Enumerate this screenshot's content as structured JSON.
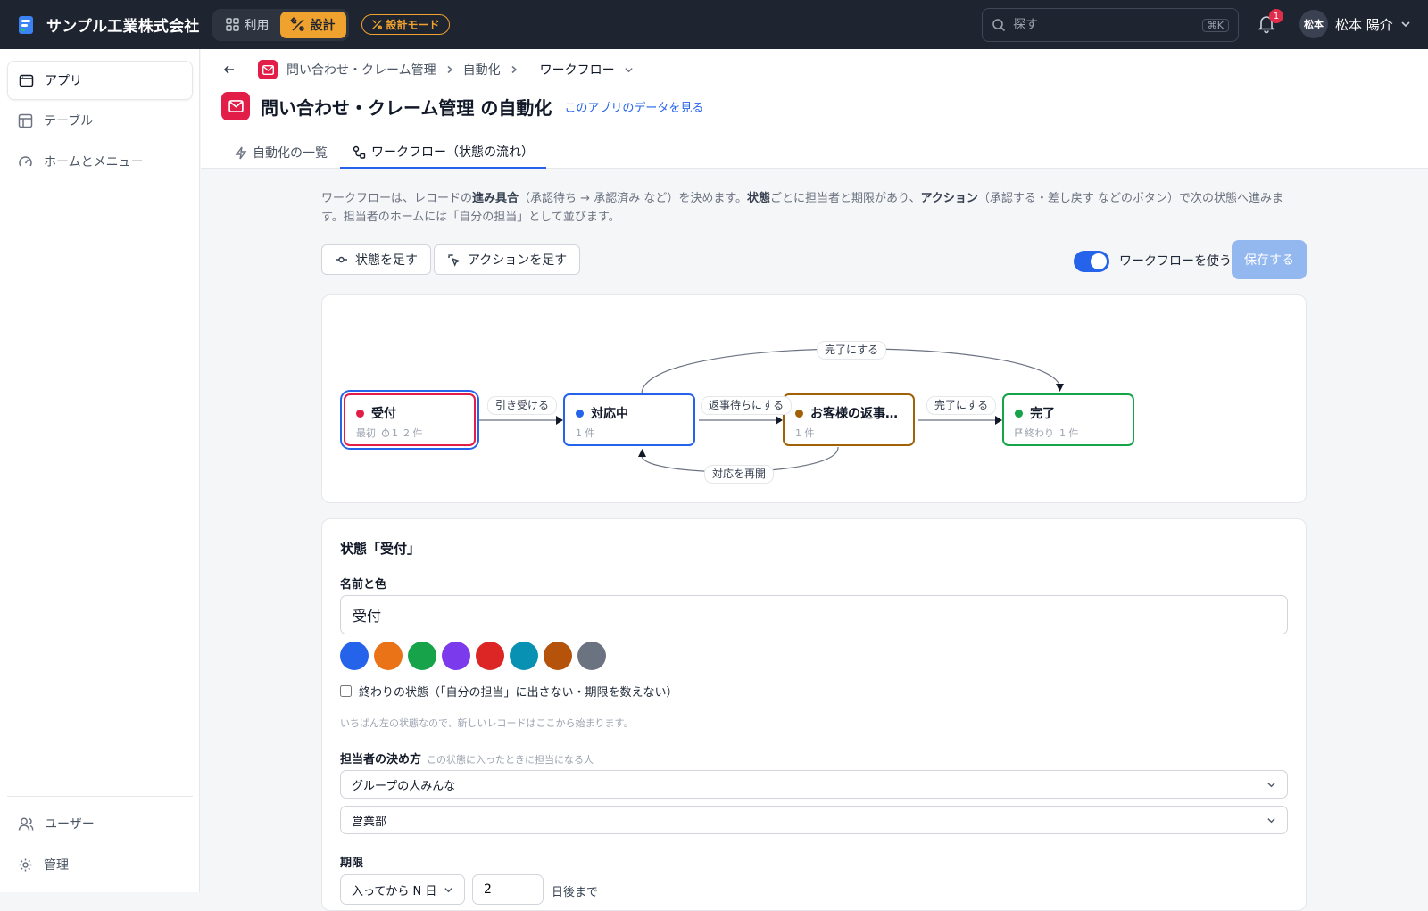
{
  "topbar": {
    "brand": "サンプル工業株式会社",
    "modes": [
      {
        "label": "利用"
      },
      {
        "label": "設計"
      }
    ],
    "mode_badge": "設計モード",
    "search_placeholder": "探す",
    "search_shortcut": "⌘K",
    "notification_count": "1",
    "avatar_initials": "松本",
    "user_name": "松本 陽介"
  },
  "sidebar": {
    "items": [
      {
        "label": "アプリ"
      },
      {
        "label": "テーブル"
      },
      {
        "label": "ホームとメニュー"
      }
    ],
    "bottom_items": [
      {
        "label": "ユーザー"
      },
      {
        "label": "管理"
      }
    ]
  },
  "header": {
    "breadcrumb": [
      "問い合わせ・クレーム管理",
      "自動化",
      "ワークフロー"
    ],
    "title": "問い合わせ・クレーム管理 の自動化",
    "data_link": "このアプリのデータを見る",
    "tabs": [
      {
        "label": "自動化の一覧"
      },
      {
        "label": "ワークフロー（状態の流れ）"
      }
    ]
  },
  "description": {
    "p1": "ワークフローは、レコードの",
    "b1": "進み具合",
    "p2": "（承認待ち → 承認済み など）を決めます。",
    "b2": "状態",
    "p3": "ごとに担当者と期限があり、",
    "b3": "アクション",
    "p4": "（承認する・差し戻す などのボタン）で次の状態へ進みます。担当者のホームには「自分の担当」として並びます。"
  },
  "toolbar": {
    "add_state": "状態を足す",
    "add_action": "アクションを足す",
    "toggle_label": "ワークフローを使う",
    "toggle_on": true,
    "save": "保存する"
  },
  "workflow": {
    "states": [
      {
        "name": "受付",
        "color": "#e11d48",
        "meta1": "最初",
        "meta2": "1",
        "count": "2 件"
      },
      {
        "name": "対応中",
        "color": "#2563eb",
        "count": "1 件"
      },
      {
        "name": "お客様の返事…",
        "color": "#a16207",
        "count": "1 件"
      },
      {
        "name": "完了",
        "color": "#16a34a",
        "meta1": "終わり",
        "count": "1 件"
      }
    ],
    "actions": [
      {
        "label": "引き受ける"
      },
      {
        "label": "返事待ちにする"
      },
      {
        "label": "完了にする"
      },
      {
        "label": "完了にする"
      },
      {
        "label": "対応を再開"
      }
    ]
  },
  "state_editor": {
    "title": "状態「受付」",
    "name_label": "名前と色",
    "name_value": "受付",
    "colors": [
      "#2563eb",
      "#ea7317",
      "#16a34a",
      "#7c3aed",
      "#dc2626",
      "#0891b2",
      "#b45309",
      "#6b7280"
    ],
    "final_label": "終わりの状態（「自分の担当」に出さない・期限を数えない）",
    "hint": "いちばん左の状態なので、新しいレコードはここから始まります。",
    "assignee_label": "担当者の決め方",
    "assignee_hint": "この状態に入ったときに担当になる人",
    "assignee_mode": "グループの人みんな",
    "assignee_group": "営業部",
    "deadline_label": "期限",
    "deadline_mode": "入ってから N 日",
    "deadline_days": "2",
    "deadline_suffix": "日後まで"
  }
}
